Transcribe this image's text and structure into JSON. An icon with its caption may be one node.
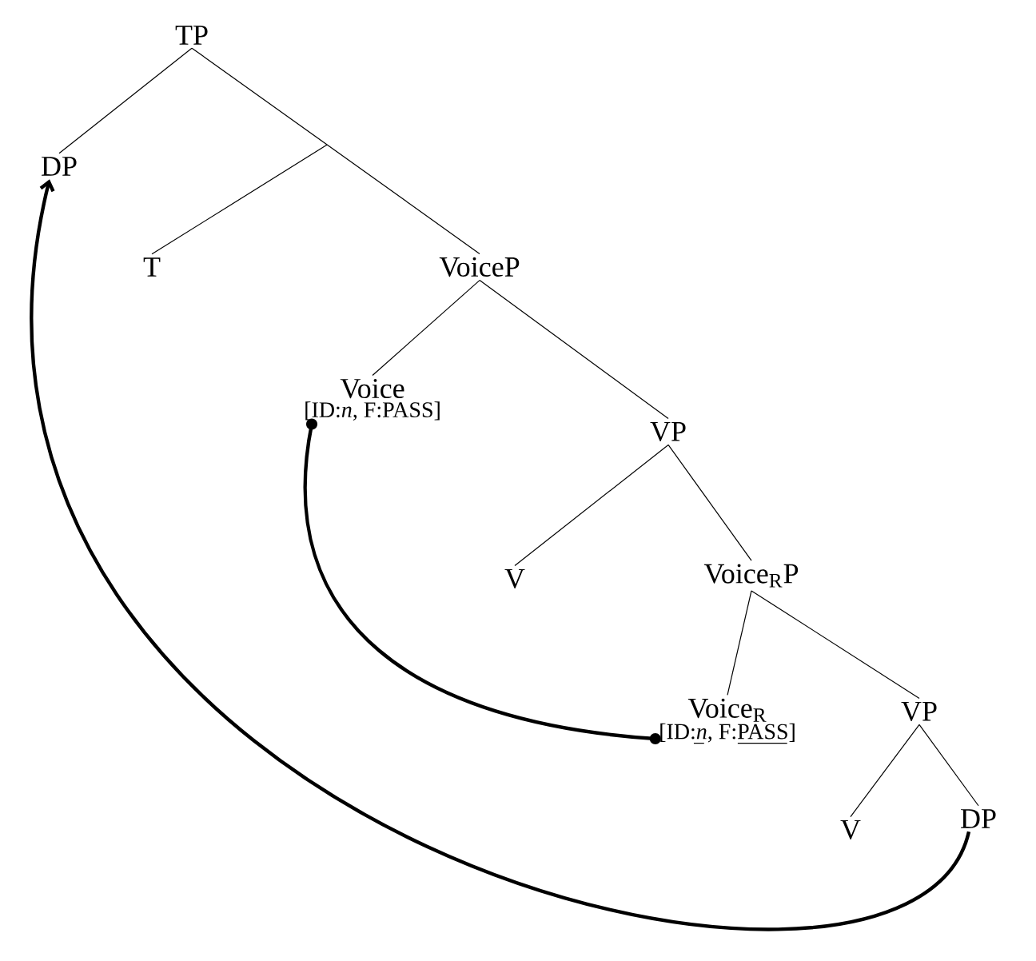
{
  "diagram": {
    "nodes": [
      {
        "text": [
          "TP"
        ]
      },
      {
        "text": [
          "DP"
        ]
      },
      {
        "text": [
          "T"
        ]
      },
      {
        "text": [
          "VoiceP"
        ]
      },
      {
        "text": [
          "Voice",
          "[ID:*n*, F:PASS]"
        ]
      },
      {
        "text": [
          "VP"
        ]
      },
      {
        "text": [
          "V"
        ]
      },
      {
        "text": [
          "Voice$_{R}$P"
        ]
      },
      {
        "text": [
          "Voice$_{R}$",
          "[ID:*n*, F:PASS]"
        ]
      },
      {
        "text": [
          "VP"
        ]
      },
      {
        "text": [
          "V"
        ]
      },
      {
        "text": [
          "DP"
        ]
      }
    ],
    "edges": [
      {
        "from": 0,
        "to": 1,
        "arrow": "none"
      },
      {
        "from": 0,
        "to": 3,
        "arrow": "none"
      },
      {
        "from": null,
        "to": 2,
        "arrow": "none"
      },
      {
        "from": 3,
        "to": 4,
        "arrow": "none"
      },
      {
        "from": 3,
        "to": 5,
        "arrow": "none"
      },
      {
        "from": 5,
        "to": 6,
        "arrow": "none"
      },
      {
        "from": 5,
        "to": 7,
        "arrow": "none"
      },
      {
        "from": 7,
        "to": 8,
        "arrow": "none"
      },
      {
        "from": 7,
        "to": 9,
        "arrow": "none"
      },
      {
        "from": 9,
        "to": 10,
        "arrow": "none"
      },
      {
        "from": 9,
        "to": 11,
        "arrow": "none"
      },
      {
        "from": 4,
        "to": 8,
        "arrow": "other",
        "style": "thick"
      },
      {
        "from": 11,
        "to": 1,
        "arrow": "to",
        "style": "thick"
      }
    ]
  }
}
